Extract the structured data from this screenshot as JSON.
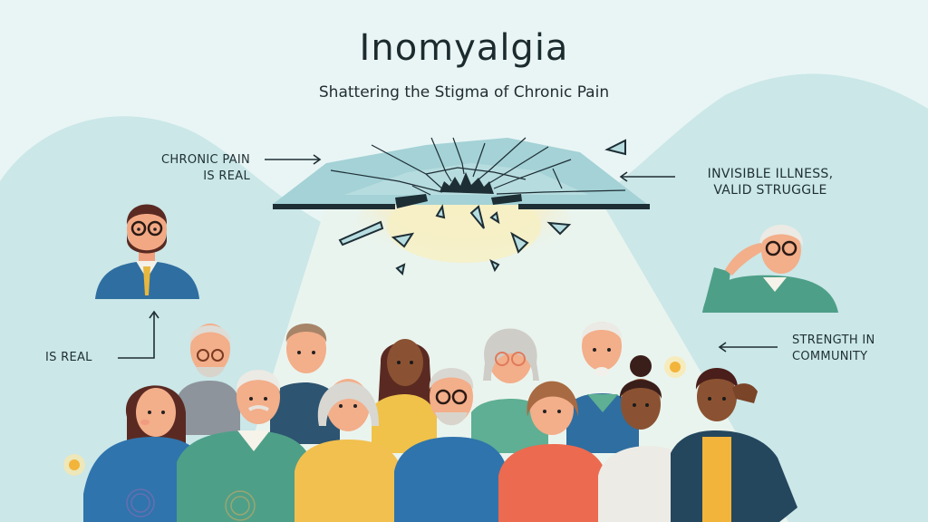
{
  "header": {
    "title": "Inomyalgia",
    "subtitle": "Shattering the Stigma of Chronic Pain"
  },
  "callouts": {
    "top_left": {
      "lines": [
        "CHRONIC PAIN",
        "IS REAL"
      ],
      "arrow": "right"
    },
    "top_right": {
      "lines": [
        "INVISIBLE ILLNESS,",
        "VALID STRUGGLE"
      ],
      "arrow": "left"
    },
    "bottom_left": {
      "lines": [
        "IS REAL"
      ],
      "arrow": "up"
    },
    "bottom_right": {
      "lines": [
        "STRENGTH IN",
        "COMMUNITY"
      ],
      "arrow": "left"
    }
  },
  "illustration": {
    "centerpiece": "shattered-glass-ceiling",
    "figures": [
      {
        "id": "bearded-man-glasses",
        "clothing": "blue-suit-yellow-tie",
        "position": "left-portrait"
      },
      {
        "id": "elderly-person-glasses",
        "clothing": "green-sweater",
        "position": "right-portrait"
      },
      {
        "id": "crowd",
        "count": 13
      }
    ],
    "pain_indicators": [
      "glowing-sun-spot-left",
      "glowing-sun-spot-right",
      "pain-rings-hip-left",
      "pain-rings-hip-center"
    ]
  },
  "colors": {
    "background": "#e9f5f5",
    "wave": "#c8e6e6",
    "glass": "#9fcfd4",
    "glass_edge": "#1f3038",
    "light": "#f6efc6",
    "text": "#1c2b2e"
  }
}
